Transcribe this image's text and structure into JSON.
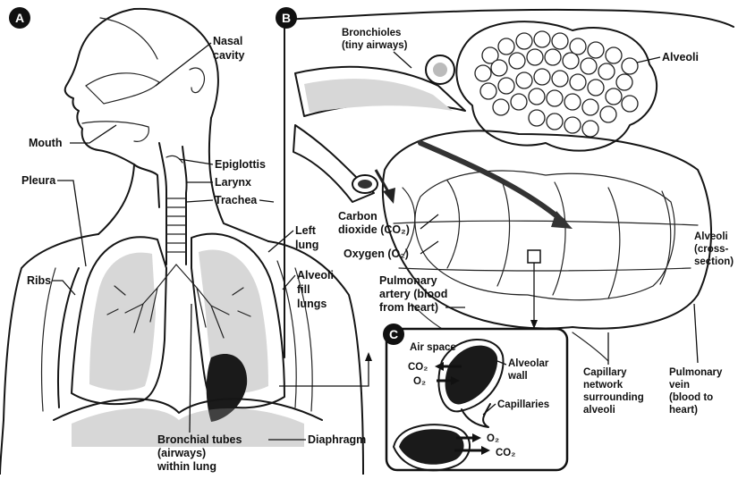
{
  "badges": {
    "a": "A",
    "b": "B",
    "c": "C"
  },
  "labels": {
    "nasal_1": "Nasal",
    "nasal_2": "cavity",
    "mouth": "Mouth",
    "epiglottis": "Epiglottis",
    "larynx": "Larynx",
    "trachea": "Trachea",
    "pleura": "Pleura",
    "ribs": "Ribs",
    "left_lung_1": "Left",
    "left_lung_2": "lung",
    "alveoli_fill_1": "Alveoli",
    "alveoli_fill_2": "fill",
    "alveoli_fill_3": "lungs",
    "bronchial_1": "Bronchial tubes",
    "bronchial_2": "(airways)",
    "bronchial_3": "within lung",
    "diaphragm": "Diaphragm",
    "bronchioles_1": "Bronchioles",
    "bronchioles_2": "(tiny airways)",
    "alveoli_top": "Alveoli",
    "co2_1": "Carbon",
    "co2_2": "dioxide (CO₂)",
    "oxygen": "Oxygen (O₂)",
    "pulm_artery_1": "Pulmonary",
    "pulm_artery_2": "artery (blood",
    "pulm_artery_3": "from heart)",
    "alveoli_cross_1": "Alveoli",
    "alveoli_cross_2": "(cross-",
    "alveoli_cross_3": "section)",
    "capillary_1": "Capillary",
    "capillary_2": "network",
    "capillary_3": "surrounding",
    "capillary_4": "alveoli",
    "pulm_vein_1": "Pulmonary",
    "pulm_vein_2": "vein",
    "pulm_vein_3": "(blood to",
    "pulm_vein_4": "heart)"
  },
  "inset_c": {
    "air_space": "Air space",
    "co2_in": "CO₂",
    "o2_in": "O₂",
    "alveolar_wall_1": "Alveolar",
    "alveolar_wall_2": "wall",
    "capillaries": "Capillaries",
    "o2_out": "O₂",
    "co2_out": "CO₂"
  }
}
